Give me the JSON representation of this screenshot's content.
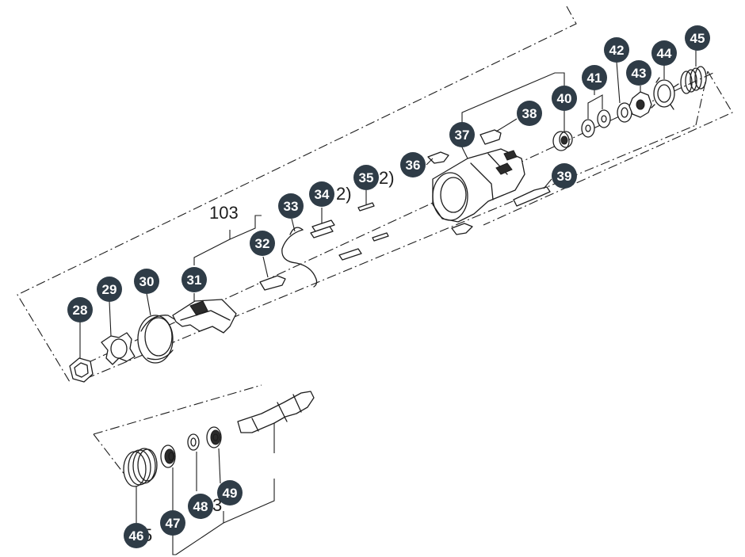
{
  "group_label": "103",
  "badges": [
    "28",
    "29",
    "30",
    "31",
    "32",
    "33",
    "34",
    "35",
    "36",
    "37",
    "38",
    "39",
    "40",
    "41",
    "42",
    "43",
    "44",
    "45",
    "46",
    "47",
    "48",
    "49"
  ],
  "quantity_notes": {
    "part_34": "2)",
    "part_35": "2)",
    "part_46": "5",
    "part_48": "3"
  }
}
